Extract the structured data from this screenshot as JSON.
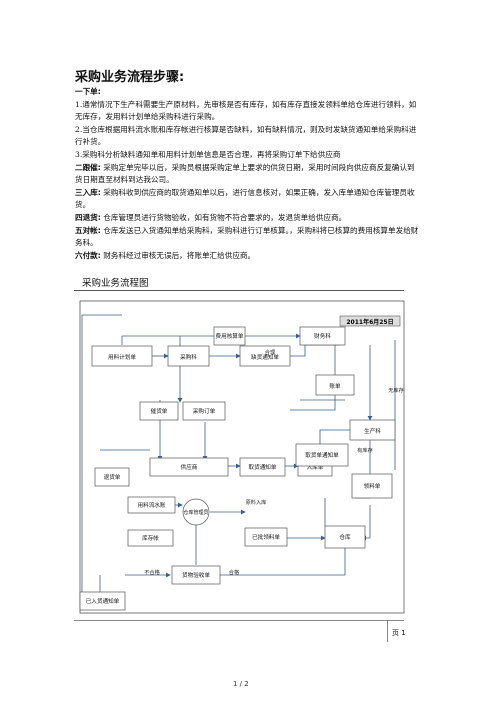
{
  "doc": {
    "title": "采购业务流程步骤:",
    "sections": [
      {
        "label": "一下单:",
        "text": ""
      },
      {
        "label": "",
        "text": "1.通常情况下生产科需要生产原材料，先审核是否有库存，如有库存直接发领料单给仓库进行领料，如无库存，发用料计划单给采购科进行采购。"
      },
      {
        "label": "",
        "text": "2.当仓库根据用料流水账和库存帐进行核算是否缺料，如有缺料情况，则及时发缺货通知单给采购科进行补货。"
      },
      {
        "label": "",
        "text": "3.采购科分析缺料通知单和用料计划单信息是否合理，再将采购订单下给供应商"
      },
      {
        "label": "二跟催:",
        "text": "采购定单完毕以后，采购员根据采购定单上要求的供货日期，采用时间段向供应商反复确认到货日期直至材料到达我公司。"
      },
      {
        "label": "三入库:",
        "text": "采购科收到供应商的取货通知单以后，进行信息核对，如果正确，发入库单通知仓库管理员收货。"
      },
      {
        "label": "四退货:",
        "text": "仓库管理员进行货物验收，如有货物不符合要求的，发退货单给供应商。"
      },
      {
        "label": "五对帐:",
        "text": "仓库发送已入货通知单给采购科，采购科进行订单核算。，采购科将已核算的费用核算单发给财务科。"
      },
      {
        "label": "六付款:",
        "text": "财务科经过审核无误后，将账单汇给供应商。"
      }
    ],
    "flowchart_title": "采购业务流程图",
    "flowchart_date": "2011年6月25日",
    "page_box": "页 1",
    "page_footer": "1 / 2"
  },
  "flowchart": {
    "nodes": {
      "cost_approval": "费用核算单",
      "finance": "财务科",
      "plan": "用料计划单",
      "purchase_dept": "采购科",
      "shortage_notice": "缺货通知单",
      "bill": "账单",
      "follow": "催货单",
      "po": "采购订单",
      "production": "生产科",
      "supplier": "供应商",
      "pickup_notice": "取货通知单",
      "inbound": "入库单",
      "receipt_notice": "取货单通知单",
      "picking": "领料单",
      "return": "退货单",
      "flow_ledger": "用料流水账",
      "manager": "仓库管理员",
      "inventory_ledger": "库存帐",
      "received_picking": "已批领料单",
      "warehouse": "仓库",
      "inspect": "货物验收单",
      "received_notice": "已入货通知单"
    },
    "labels": {
      "reasonable": "合理",
      "no_stock": "无库存",
      "has_stock": "有库存",
      "in_warehouse": "原料入库",
      "fail": "不合格",
      "pass": "合格"
    }
  }
}
